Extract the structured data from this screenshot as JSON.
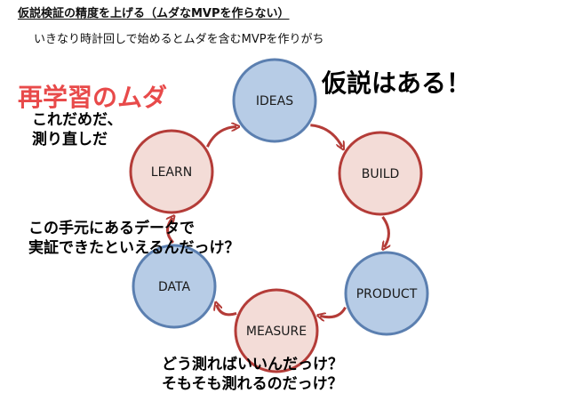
{
  "header": {
    "title": "仮説検証の精度を上げる（ムダなMVPを作らない）",
    "subtitle": "いきなり時計回しで始めるとムダを含むMVPを作りがち"
  },
  "cycle": {
    "nodes": [
      {
        "label": "IDEAS",
        "kind": "blue"
      },
      {
        "label": "BUILD",
        "kind": "red"
      },
      {
        "label": "PRODUCT",
        "kind": "blue"
      },
      {
        "label": "MEASURE",
        "kind": "red"
      },
      {
        "label": "DATA",
        "kind": "blue"
      },
      {
        "label": "LEARN",
        "kind": "red"
      }
    ],
    "colors": {
      "blue_fill": "#b7cce6",
      "blue_stroke": "#5b7fb0",
      "red_fill": "#f3dcd7",
      "red_stroke": "#b43c38",
      "arrow": "#b43c38"
    }
  },
  "callouts": {
    "hypothesis": "仮説はある！",
    "relearning_waste": "再学習のムダ",
    "near_learn": [
      "これだめだ、",
      "測り直しだ"
    ],
    "near_data": [
      "この手元にあるデータで",
      "実証できたといえるんだっけ？"
    ],
    "near_measure": [
      "どう測ればいいんだっけ？",
      "そもそも測れるのだっけ？"
    ]
  }
}
